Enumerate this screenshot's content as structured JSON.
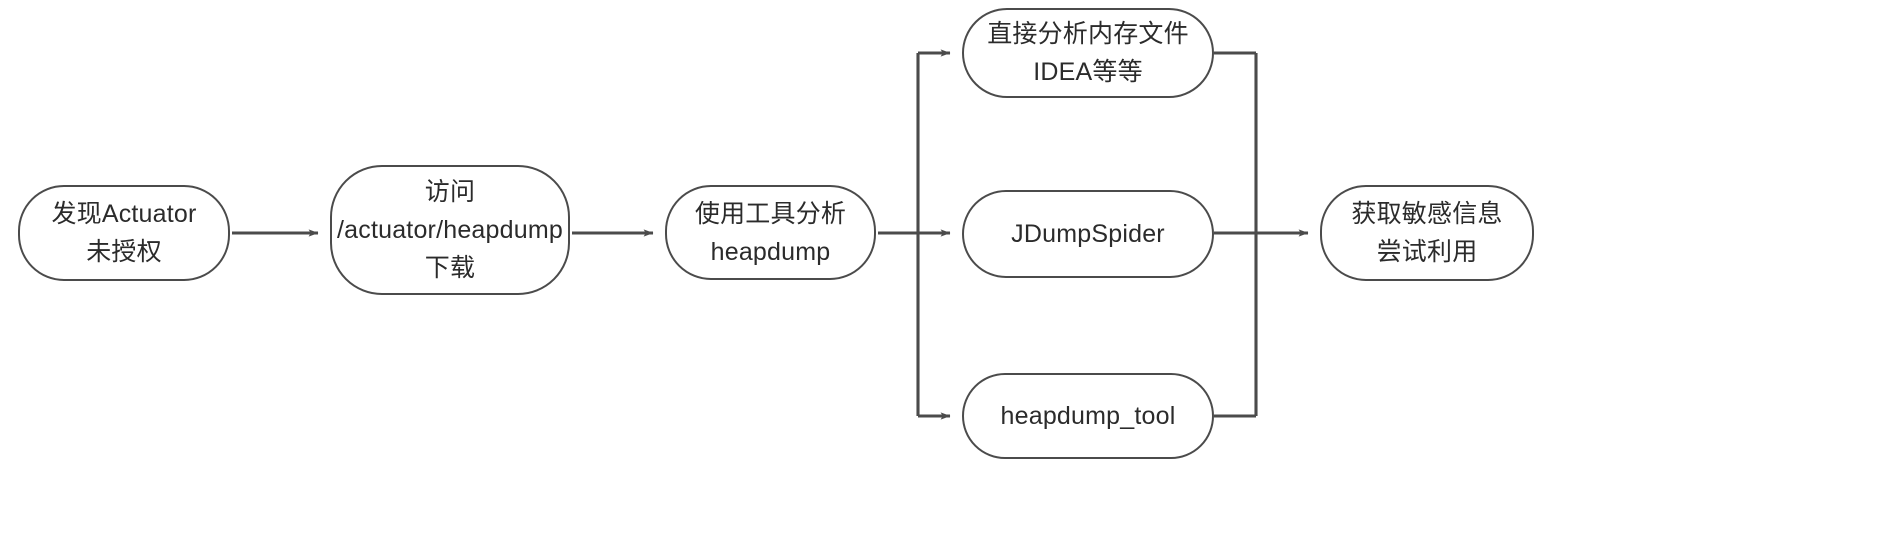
{
  "diagram": {
    "type": "flowchart",
    "direction": "left-to-right",
    "title": "",
    "style": {
      "background": "#ffffff",
      "node_fill": "#ffffff",
      "node_stroke": "#4b4b4b",
      "text_color": "#2b2b2b",
      "edge_color": "#4b4b4b",
      "node_shape": "rounded-rectangle"
    },
    "nodes": [
      {
        "id": "discover",
        "name": "discover-actuator",
        "lines": [
          "发现Actuator",
          "未授权"
        ]
      },
      {
        "id": "access",
        "name": "access-heapdump",
        "lines": [
          "访问",
          "/actuator/heapdump",
          "下载"
        ]
      },
      {
        "id": "analyze",
        "name": "analyze-with-tools",
        "lines": [
          "使用工具分析",
          "heapdump"
        ]
      },
      {
        "id": "idea",
        "name": "direct-memory-file-analysis",
        "lines": [
          "直接分析内存文件",
          "IDEA等等"
        ]
      },
      {
        "id": "jdump",
        "name": "jdumpspider",
        "lines": [
          "JDumpSpider"
        ]
      },
      {
        "id": "hdtool",
        "name": "heapdump-tool",
        "lines": [
          "heapdump_tool"
        ]
      },
      {
        "id": "exploit",
        "name": "obtain-sensitive-info",
        "lines": [
          "获取敏感信息",
          "尝试利用"
        ]
      }
    ],
    "edges": [
      {
        "id": "e1",
        "from": "discover",
        "to": "access",
        "label": ""
      },
      {
        "id": "e2",
        "from": "access",
        "to": "analyze",
        "label": ""
      },
      {
        "id": "e3",
        "from": "analyze",
        "to": "idea",
        "label": ""
      },
      {
        "id": "e4",
        "from": "analyze",
        "to": "jdump",
        "label": ""
      },
      {
        "id": "e5",
        "from": "analyze",
        "to": "hdtool",
        "label": ""
      },
      {
        "id": "e6",
        "from": "idea",
        "to": "exploit",
        "label": ""
      },
      {
        "id": "e7",
        "from": "jdump",
        "to": "exploit",
        "label": ""
      },
      {
        "id": "e8",
        "from": "hdtool",
        "to": "exploit",
        "label": ""
      }
    ]
  }
}
